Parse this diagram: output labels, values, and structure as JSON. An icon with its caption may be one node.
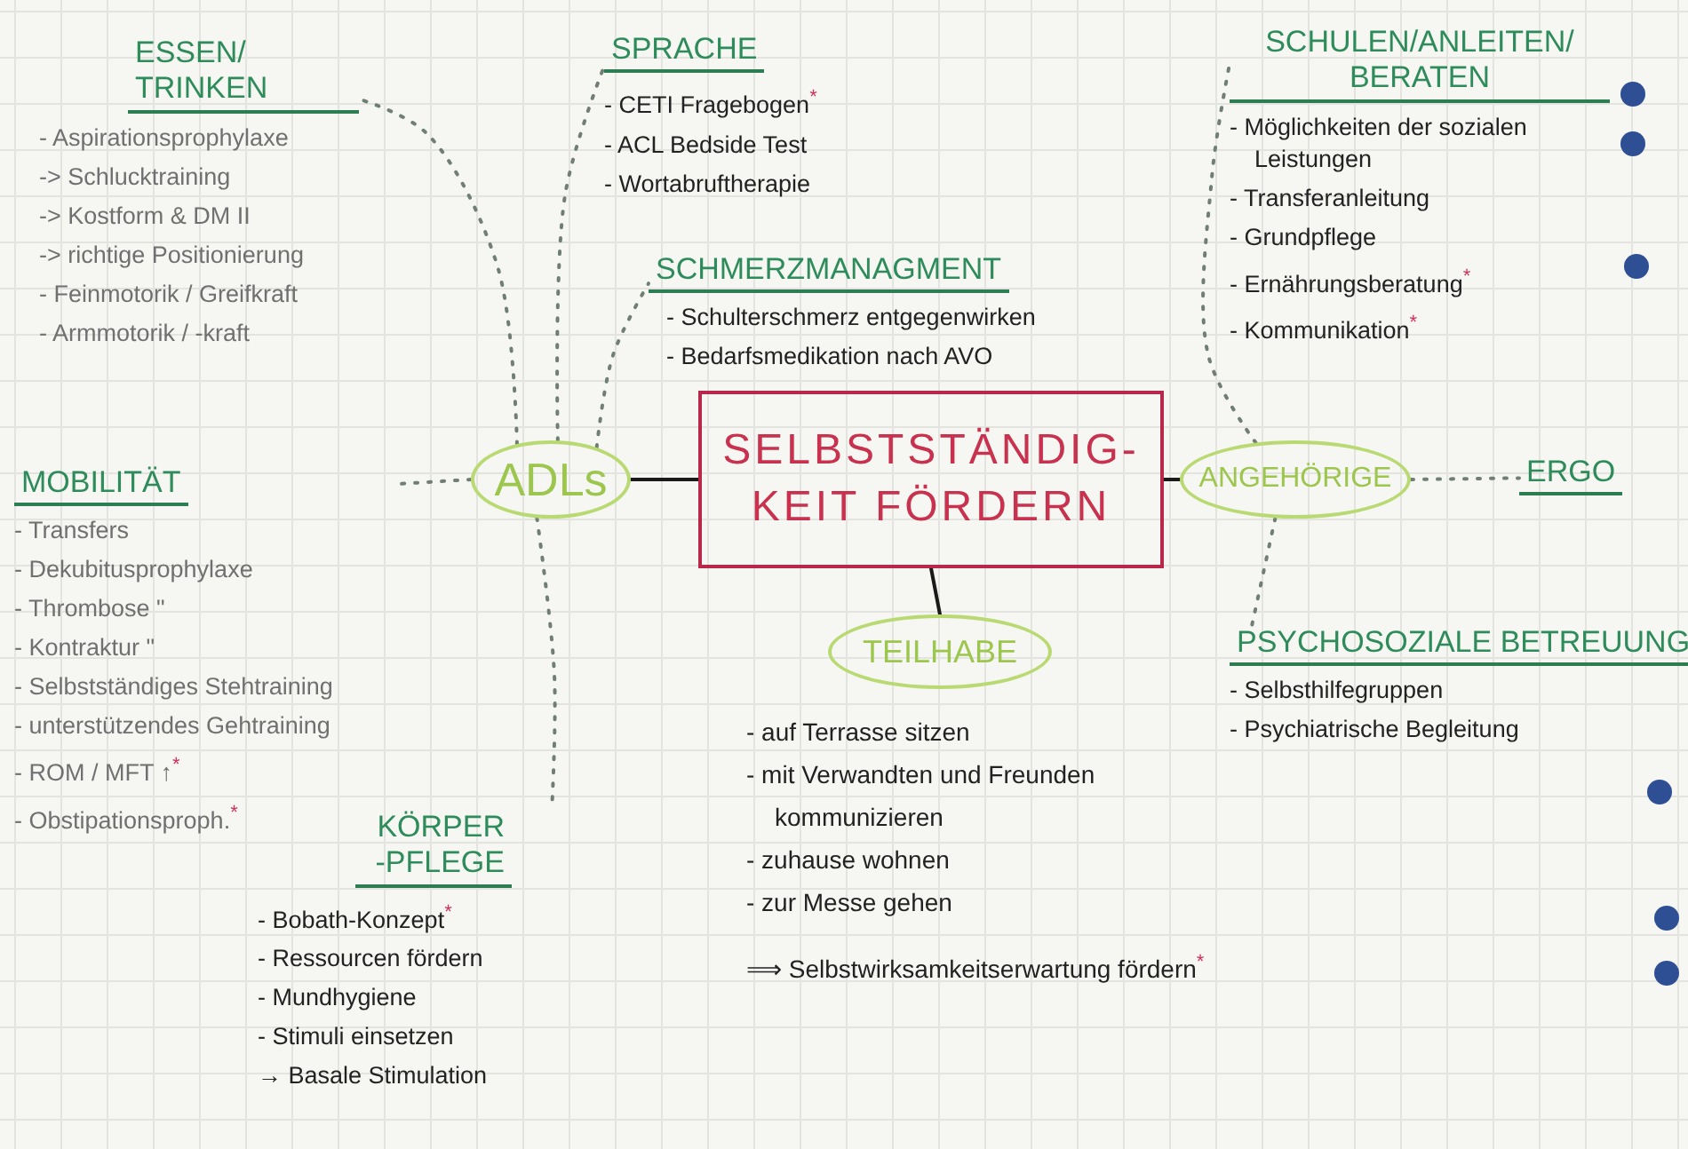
{
  "diagram": {
    "nodes": [
      {
        "text": [
          "SELBSTSTÄNDIG- KEIT FÖRDERN"
        ]
      },
      {
        "text": [
          "ADLs"
        ]
      },
      {
        "text": [
          "ANGEHÖRIGE"
        ]
      },
      {
        "text": [
          "TEILHABE"
        ],
        "beside": [
          "- auf Terrasse sitzen",
          "- mit Verwandten und Freunden kommunizieren",
          "- zuhause wohnen",
          "- zur Messe gehen",
          "⟹ Selbstwirksamkeitserwartung fördern$^{*}$"
        ]
      },
      {
        "text": [
          "ESSEN/ TRINKEN",
          "- Aspirationsprophylaxe",
          "-> Schlucktraining",
          "-> Kostform & DM II",
          "-> richtige Positionierung",
          "- Feinmotorik / Greifkraft",
          "- Armmotorik / -kraft"
        ]
      },
      {
        "text": [
          "SPRACHE",
          "- CETI Fragebogen$^{*}$",
          "- ACL Bedside Test",
          "- Wortabruftherapie"
        ]
      },
      {
        "text": [
          "SCHMERZMANAGMENT",
          "- Schulterschmerz entgegenwirken",
          "- Bedarfsmedikation nach AVO"
        ]
      },
      {
        "text": [
          "MOBILITÄT",
          "- Transfers",
          "- Dekubitusprophylaxe",
          "- Thrombose \"",
          "- Kontraktur \"",
          "- Selbstständiges Stehtraining",
          "- unterstützendes Gehtraining",
          "- ROM / MFT ↑$^{*}$",
          "- Obstipationsproph.$^{*}$"
        ]
      },
      {
        "text": [
          "KÖRPER -PFLEGE",
          "- Bobath-Konzept$^{*}$",
          "- Ressourcen fördern",
          "- Mundhygiene",
          "- Stimuli einsetzen",
          "→ Basale Stimulation"
        ]
      },
      {
        "text": [
          "SCHULEN/ANLEITEN/ BERATEN",
          "- Möglichkeiten der sozialen Leistungen",
          "- Transferanleitung",
          "- Grundpflege",
          "- Ernährungsberatung$^{*}$",
          "- Kommunikation$^{*}$"
        ]
      },
      {
        "text": [
          "ERGO"
        ]
      },
      {
        "text": [
          "PSYCHOSOZIALE BETREUUNG",
          "- Selbsthilfegruppen",
          "- Psychiatrische Begleitung"
        ]
      }
    ],
    "edges": [
      {
        "from": 0,
        "to": 1,
        "arrow": "none",
        "color": "#1a1a1a"
      },
      {
        "from": 0,
        "to": 2,
        "arrow": "none",
        "color": "#1a1a1a"
      },
      {
        "from": 0,
        "to": 3,
        "arrow": "none",
        "color": "#1a1a1a"
      },
      {
        "from": 1,
        "to": 4,
        "arrow": "none",
        "style": "dashed"
      },
      {
        "from": 1,
        "to": 5,
        "arrow": "none",
        "style": "dashed"
      },
      {
        "from": 1,
        "to": 6,
        "arrow": "none",
        "style": "dashed"
      },
      {
        "from": 1,
        "to": 7,
        "arrow": "none",
        "style": "dashed"
      },
      {
        "from": 1,
        "to": 8,
        "arrow": "none",
        "style": "dashed"
      },
      {
        "from": 2,
        "to": 9,
        "arrow": "none",
        "style": "dashed"
      },
      {
        "from": 2,
        "to": 10,
        "arrow": "none",
        "style": "dashed"
      },
      {
        "from": 2,
        "to": 11,
        "arrow": "none",
        "style": "dashed"
      }
    ]
  }
}
